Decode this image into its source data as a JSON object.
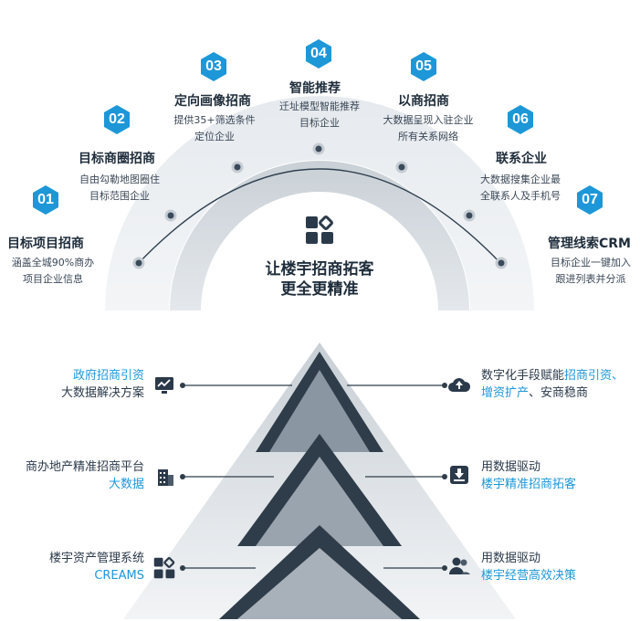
{
  "steps": [
    {
      "num": "01",
      "title": "目标项目招商",
      "desc1": "涵盖全城90%商办",
      "desc2": "项目企业信息"
    },
    {
      "num": "02",
      "title": "目标商圈招商",
      "desc1": "自由勾勒地图圈住",
      "desc2": "目标范围企业"
    },
    {
      "num": "03",
      "title": "定向画像招商",
      "desc1": "提供35+筛选条件",
      "desc2": "定位企业"
    },
    {
      "num": "04",
      "title": "智能推荐",
      "desc1": "迁址模型智能推荐",
      "desc2": "目标企业"
    },
    {
      "num": "05",
      "title": "以商招商",
      "desc1": "大数据呈现入驻企业",
      "desc2": "所有关系网络"
    },
    {
      "num": "06",
      "title": "联系企业",
      "desc1": "大数据搜集企业最",
      "desc2": "全联系人及手机号"
    },
    {
      "num": "07",
      "title": "管理线索CRM",
      "desc1": "目标企业一键加入",
      "desc2": "跟进列表并分派"
    }
  ],
  "center": {
    "line1": "让楼宇招商拓客",
    "line2": "更全更精准",
    "icon": "blocks-icon"
  },
  "left_items": [
    {
      "hl": "政府招商引资",
      "text": "大数据解决方案",
      "icon": "monitor-chart-icon"
    },
    {
      "text": "商办地产精准招商平台",
      "hl": "大数据",
      "icon": "building-icon"
    },
    {
      "text": "楼宇资产管理系统",
      "hl": "CREAMS",
      "icon": "blocks-icon"
    }
  ],
  "right_items": [
    {
      "a": "数字化手段赋能",
      "b": "招商引资、",
      "c": "增资扩产",
      "d": "、安商稳商",
      "icon": "cloud-upload-icon"
    },
    {
      "text": "用数据驱动",
      "hl": "楼宇精准招商拓客",
      "icon": "download-box-icon"
    },
    {
      "text": "用数据驱动",
      "hl": "楼宇经营高效决策",
      "icon": "users-icon"
    }
  ],
  "colors": {
    "accent": "#1d97d8",
    "dark": "#1f2d3b"
  }
}
